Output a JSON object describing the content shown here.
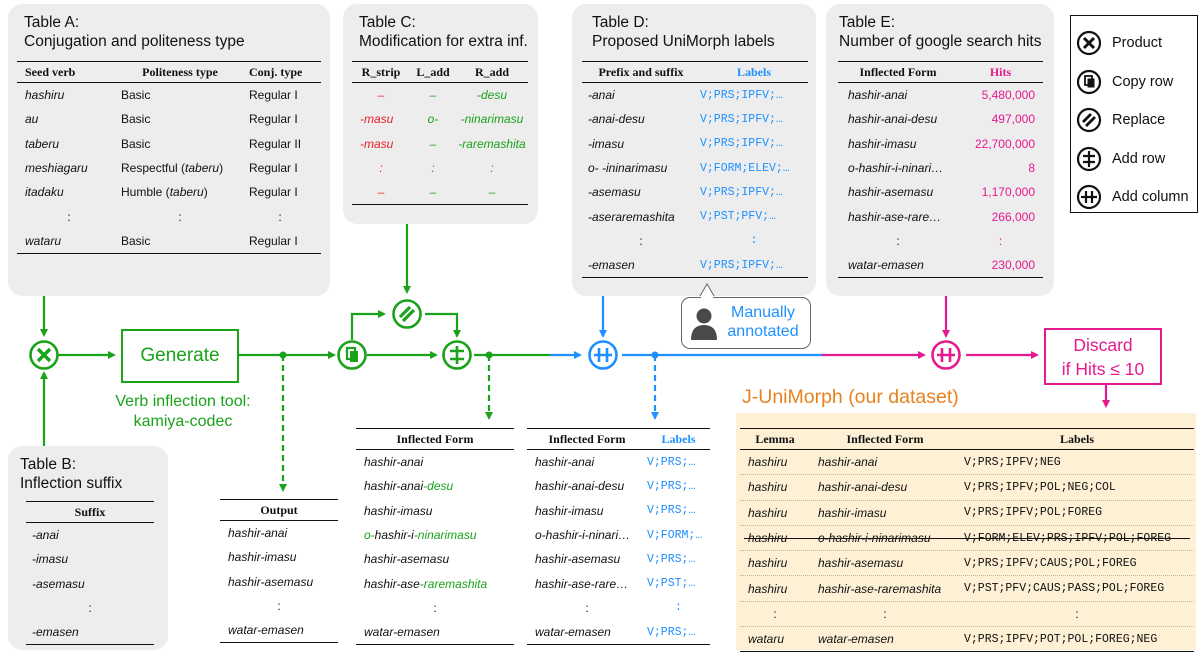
{
  "tableA": {
    "title1": "Table A:",
    "title2": "Conjugation and politeness type",
    "headers": [
      "Seed verb",
      "Politeness type",
      "Conj. type"
    ],
    "rows": [
      [
        "hashiru",
        "Basic",
        "",
        "",
        "Regular I"
      ],
      [
        "au",
        "Basic",
        "",
        "",
        "Regular I"
      ],
      [
        "taberu",
        "Basic",
        "",
        "",
        "Regular II"
      ],
      [
        "meshiagaru",
        "Respectful (",
        "taberu",
        ")",
        "Regular I"
      ],
      [
        "itadaku",
        "Humble (",
        "taberu",
        ")",
        "Regular I"
      ],
      [
        ":",
        ":",
        "",
        "",
        ":"
      ],
      [
        "wataru",
        "Basic",
        "",
        "",
        "Regular I"
      ]
    ]
  },
  "tableB": {
    "title1": "Table B:",
    "title2": "Inflection suffix",
    "header": "Suffix",
    "rows": [
      "-anai",
      "-imasu",
      "-asemasu",
      ":",
      "-emasen"
    ]
  },
  "tableC": {
    "title1": "Table C:",
    "title2": "Modification for extra inf.",
    "headers": [
      "R_strip",
      "L_add",
      "R_add"
    ],
    "rows": [
      [
        "–",
        "–",
        "-desu"
      ],
      [
        "-masu",
        "o-",
        "-ninarimasu"
      ],
      [
        "-masu",
        "–",
        "-raremashita"
      ],
      [
        ":",
        ":",
        ":"
      ],
      [
        "–",
        "–",
        "–"
      ]
    ]
  },
  "tableD": {
    "title1": "Table D:",
    "title2": "Proposed UniMorph labels",
    "headers": [
      "Prefix and suffix",
      "Labels"
    ],
    "rows": [
      [
        "-anai",
        "V;PRS;IPFV;…"
      ],
      [
        "-anai-desu",
        "V;PRS;IPFV;…"
      ],
      [
        "-imasu",
        "V;PRS;IPFV;…"
      ],
      [
        "o- -ininarimasu",
        "V;FORM;ELEV;…"
      ],
      [
        "-asemasu",
        "V;PRS;IPFV;…"
      ],
      [
        "-aseraremashita",
        "V;PST;PFV;…"
      ],
      [
        ":",
        ":"
      ],
      [
        "-emasen",
        "V;PRS;IPFV;…"
      ]
    ]
  },
  "tableE": {
    "title1": "Table E:",
    "title2": "Number of google search hits",
    "headers": [
      "Inflected Form",
      "Hits"
    ],
    "rows": [
      [
        "hashir-anai",
        "5,480,000"
      ],
      [
        "hashir-anai-desu",
        "497,000"
      ],
      [
        "hashir-imasu",
        "22,700,000"
      ],
      [
        "o-hashir-i-ninari…",
        "8"
      ],
      [
        "hashir-asemasu",
        "1,170,000"
      ],
      [
        "hashir-ase-rare…",
        "266,000"
      ],
      [
        ":",
        ":"
      ],
      [
        "watar-emasen",
        "230,000"
      ]
    ]
  },
  "legend": {
    "items": [
      {
        "icon": "product-icon",
        "label": "Product"
      },
      {
        "icon": "copy-row-icon",
        "label": "Copy row"
      },
      {
        "icon": "replace-icon",
        "label": "Replace"
      },
      {
        "icon": "add-row-icon",
        "label": "Add row"
      },
      {
        "icon": "add-column-icon",
        "label": "Add column"
      }
    ]
  },
  "flow": {
    "generate": "Generate",
    "tool1": "Verb inflection tool:",
    "tool2": "kamiya-codec",
    "manual1": "Manually",
    "manual2": "annotated",
    "discard1": "Discard",
    "discard2": "if Hits ≤ 10",
    "dataset": "J-UniMorph (our dataset)"
  },
  "output": {
    "header": "Output",
    "rows": [
      "hashir-anai",
      "hashir-imasu",
      "hashir-asemasu",
      ":",
      "watar-emasen"
    ]
  },
  "inflected1": {
    "header": "Inflected Form",
    "rows": [
      [
        "",
        "hashir-anai",
        ""
      ],
      [
        "",
        "hashir-anai",
        "-desu"
      ],
      [
        "",
        "hashir-imasu",
        ""
      ],
      [
        "o-",
        "hashir-i",
        "-ninarimasu"
      ],
      [
        "",
        "hashir-asemasu",
        ""
      ],
      [
        "",
        "hashir-ase",
        "-raremashita"
      ],
      [
        "",
        ":",
        ""
      ],
      [
        "",
        "watar-emasen",
        ""
      ]
    ]
  },
  "inflected2": {
    "headers": [
      "Inflected Form",
      "Labels"
    ],
    "rows": [
      [
        "hashir-anai",
        "V;PRS;…"
      ],
      [
        "hashir-anai-desu",
        "V;PRS;…"
      ],
      [
        "hashir-imasu",
        "V;PRS;…"
      ],
      [
        "o-hashir-i-ninari…",
        "V;FORM;…"
      ],
      [
        "hashir-asemasu",
        "V;PRS;…"
      ],
      [
        "hashir-ase-rare…",
        "V;PST;…"
      ],
      [
        ":",
        ":"
      ],
      [
        "watar-emasen",
        "V;PRS;…"
      ]
    ]
  },
  "final": {
    "headers": [
      "Lemma",
      "Inflected Form",
      "Labels"
    ],
    "rows": [
      [
        "hashiru",
        "hashir-anai",
        "V;PRS;IPFV;NEG"
      ],
      [
        "hashiru",
        "hashir-anai-desu",
        "V;PRS;IPFV;POL;NEG;COL"
      ],
      [
        "hashiru",
        "hashir-imasu",
        "V;PRS;IPFV;POL;FOREG"
      ],
      [
        "hashiru",
        "o-hashir-i-ninarimasu",
        "V;FORM;ELEV;PRS;IPFV;POL;FOREG"
      ],
      [
        "hashiru",
        "hashir-asemasu",
        "V;PRS;IPFV;CAUS;POL;FOREG"
      ],
      [
        "hashiru",
        "hashir-ase-raremashita",
        "V;PST;PFV;CAUS;PASS;POL;FOREG"
      ],
      [
        ":",
        ":",
        ":"
      ],
      [
        "wataru",
        "watar-emasen",
        "V;PRS;IPFV;POT;POL;FOREG;NEG"
      ]
    ]
  },
  "colors": {
    "green": "#1aa21a",
    "blue": "#1e90ff",
    "pink": "#e6198f",
    "red": "#e8202a",
    "orange": "#e8821e",
    "panel": "#ededed",
    "dataset_bg": "#fdf0d5"
  }
}
